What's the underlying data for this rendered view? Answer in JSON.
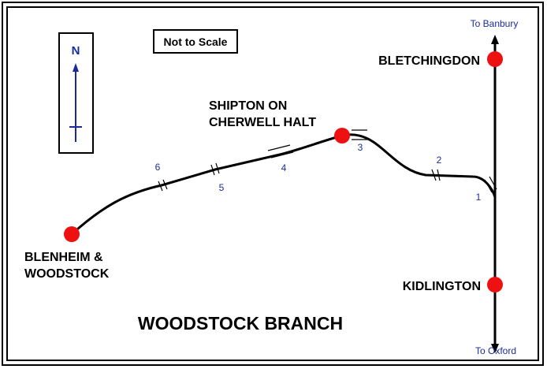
{
  "title": "WOODSTOCK BRANCH",
  "scale_note": "Not to Scale",
  "north_label": "N",
  "stations": {
    "bletchingdon": "BLETCHINGDON",
    "shipton_line1": "SHIPTON ON",
    "shipton_line2": "CHERWELL HALT",
    "blenheim_line1": "BLENHEIM &",
    "blenheim_line2": "WOODSTOCK",
    "kidlington": "KIDLINGTON"
  },
  "directions": {
    "north": "To Banbury",
    "south": "To Oxford"
  },
  "bridges": [
    "1",
    "2",
    "3",
    "4",
    "5",
    "6"
  ],
  "colors": {
    "station": "#ee1111",
    "numbers": "#1c2b9a",
    "arrow": "#1c2b9a",
    "line": "#000000"
  }
}
